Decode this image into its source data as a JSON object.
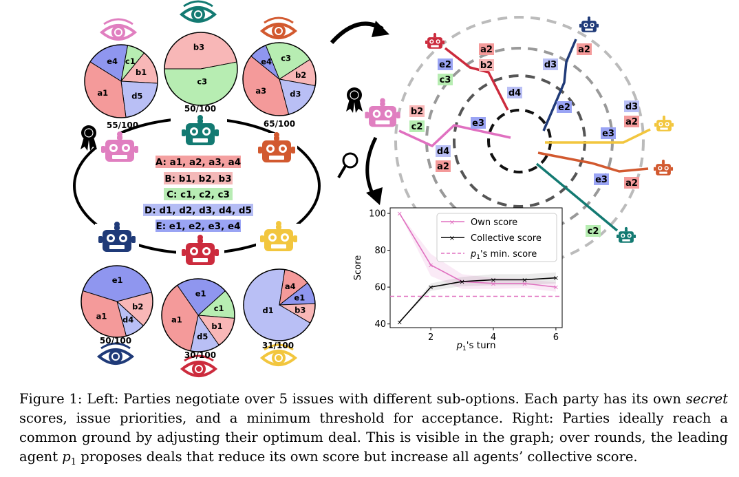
{
  "left_panel": {
    "options": [
      {
        "text": "A: a1, a2, a3, a4",
        "color": "#f4a0a0"
      },
      {
        "text": "B: b1, b2, b3",
        "color": "#f4b8b8"
      },
      {
        "text": "C: c1, c2, c3",
        "color": "#b8ecb4"
      },
      {
        "text": "D: d1, d2, d3, d4, d5",
        "color": "#b4bcf4"
      },
      {
        "text": "E: e1, e2, e3, e4",
        "color": "#9aa4f4"
      }
    ],
    "pies": [
      {
        "agent_color": "#e07fc0",
        "min_score": "55/100",
        "slices": [
          {
            "label": "e4",
            "value": 19,
            "color": "#8f96ef"
          },
          {
            "label": "c1",
            "value": 8,
            "color": "#b7edb2"
          },
          {
            "label": "b1",
            "value": 15,
            "color": "#f8b7b7"
          },
          {
            "label": "d5",
            "value": 22,
            "color": "#b9bff5"
          },
          {
            "label": "a1",
            "value": 36,
            "color": "#f49a9a"
          }
        ]
      },
      {
        "agent_color": "#137a72",
        "min_score": "50/100",
        "slices": [
          {
            "label": "b3",
            "value": 47,
            "color": "#f8b7b7"
          },
          {
            "label": "c3",
            "value": 53,
            "color": "#b7edb2"
          }
        ]
      },
      {
        "agent_color": "#d2592f",
        "min_score": "65/100",
        "slices": [
          {
            "label": "c3",
            "value": 22,
            "color": "#b7edb2"
          },
          {
            "label": "b2",
            "value": 12,
            "color": "#f8b7b7"
          },
          {
            "label": "d3",
            "value": 18,
            "color": "#b9bff5"
          },
          {
            "label": "a3",
            "value": 40,
            "color": "#f49a9a"
          },
          {
            "label": "e4",
            "value": 8,
            "color": "#8f96ef"
          }
        ]
      },
      {
        "agent_color": "#1f3a78",
        "min_score": "50/100",
        "slices": [
          {
            "label": "b2",
            "value": 16,
            "color": "#f8b7b7"
          },
          {
            "label": "d4",
            "value": 9,
            "color": "#b9bff5"
          },
          {
            "label": "a1",
            "value": 34,
            "color": "#f49a9a"
          },
          {
            "label": "e1",
            "value": 41,
            "color": "#8f96ef"
          }
        ]
      },
      {
        "agent_color": "#cc2b3d",
        "min_score": "30/100",
        "slices": [
          {
            "label": "c1",
            "value": 13,
            "color": "#b7edb2"
          },
          {
            "label": "b1",
            "value": 14,
            "color": "#f8b7b7"
          },
          {
            "label": "d5",
            "value": 13,
            "color": "#b9bff5"
          },
          {
            "label": "a1",
            "value": 37,
            "color": "#f49a9a"
          },
          {
            "label": "e1",
            "value": 23,
            "color": "#8f96ef"
          }
        ]
      },
      {
        "agent_color": "#f2c63e",
        "min_score": "31/100",
        "slices": [
          {
            "label": "e1",
            "value": 10,
            "color": "#8f96ef"
          },
          {
            "label": "b3",
            "value": 9,
            "color": "#f8b7b7"
          },
          {
            "label": "d1",
            "value": 69,
            "color": "#b9bff5"
          },
          {
            "label": "a4",
            "value": 12,
            "color": "#f49a9a"
          }
        ]
      }
    ]
  },
  "right_panel": {
    "deal_labels": [
      {
        "text": "a2",
        "color": "#f49a9a"
      },
      {
        "text": "b2",
        "color": "#f8b7b7"
      },
      {
        "text": "e2",
        "color": "#9aa4f4"
      },
      {
        "text": "c3",
        "color": "#b7edb2"
      },
      {
        "text": "d4",
        "color": "#b9bff5"
      },
      {
        "text": "b2",
        "color": "#f8b7b7"
      },
      {
        "text": "c2",
        "color": "#b7edb2"
      },
      {
        "text": "e3",
        "color": "#9aa4f4"
      },
      {
        "text": "d4",
        "color": "#b9bff5"
      },
      {
        "text": "a2",
        "color": "#f49a9a"
      },
      {
        "text": "a2",
        "color": "#f49a9a"
      },
      {
        "text": "d3",
        "color": "#b9bff5"
      },
      {
        "text": "e2",
        "color": "#9aa4f4"
      },
      {
        "text": "d3",
        "color": "#b9bff5"
      },
      {
        "text": "a2",
        "color": "#f49a9a"
      },
      {
        "text": "e3",
        "color": "#9aa4f4"
      },
      {
        "text": "e3",
        "color": "#9aa4f4"
      },
      {
        "text": "a2",
        "color": "#f49a9a"
      },
      {
        "text": "c2",
        "color": "#b7edb2"
      }
    ]
  },
  "chart_data": {
    "type": "line",
    "x": [
      1,
      2,
      3,
      4,
      5,
      6
    ],
    "xlabel": "p1's turn",
    "ylabel": "Score",
    "xticks": [
      "2",
      "4",
      "6"
    ],
    "yticks": [
      "40",
      "60",
      "80",
      "100"
    ],
    "xlim": [
      0.7,
      6.2
    ],
    "ylim": [
      38,
      103
    ],
    "series": [
      {
        "name": "Own score",
        "values": [
          100,
          72,
          63,
          62,
          62,
          60
        ],
        "color": "#e070c0",
        "style": "solid-x"
      },
      {
        "name": "Collective score",
        "values": [
          41,
          60,
          63,
          64,
          64,
          65
        ],
        "color": "#000000",
        "style": "solid-x"
      },
      {
        "name": "p1's min. score",
        "values": [
          55,
          55,
          55,
          55,
          55,
          55
        ],
        "color": "#e070c0",
        "style": "dashed"
      }
    ],
    "legend": "top-right"
  },
  "caption": {
    "label": "Figure 1:",
    "p1": "Left:",
    "p2": "Parties negotiate over 5 issues with different sub-options. Each party has its own",
    "p3": "secret",
    "p4": "scores, issue priorities, and a minimum threshold for acceptance. Right: Parties ideally reach a common ground by adjusting their optimum deal. This is visible in the graph; over rounds, the leading agent",
    "p5": "p",
    "p6": "1",
    "p7": "proposes deals that reduce its own score but increase all agents’ collective score."
  }
}
